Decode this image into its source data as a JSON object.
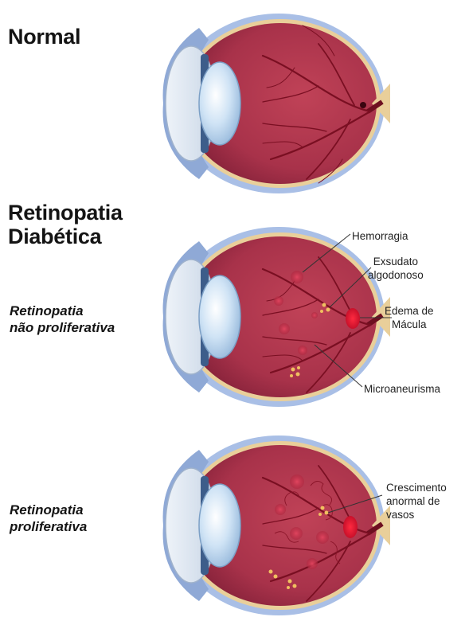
{
  "headings": {
    "normal": "Normal",
    "diabetic_line1": "Retinopatia",
    "diabetic_line2": "Diabética"
  },
  "sections": {
    "non_proliferative": {
      "line1": "Retinopatia",
      "line2": "não proliferativa"
    },
    "proliferative": {
      "line1": "Retinopatia",
      "line2": "proliferativa"
    }
  },
  "annotations": {
    "hemorrhage": "Hemorragia",
    "exudate_line1": "Exsudato",
    "exudate_line2": "algodonoso",
    "edema_line1": "Edema de",
    "edema_line2": "Mácula",
    "microaneurysm": "Microaneurisma",
    "growth_line1": "Crescimento",
    "growth_line2": "anormal de",
    "growth_line3": "vasos"
  },
  "colors": {
    "sclera_outer": "#a9bfe6",
    "eye_interior": "#a8324a",
    "retina_rim": "#e9cf9a",
    "vessel": "#7a0f22",
    "hemorrhage": "#c83048",
    "exudate": "#f0c060",
    "lens": "#bcd8f2"
  }
}
